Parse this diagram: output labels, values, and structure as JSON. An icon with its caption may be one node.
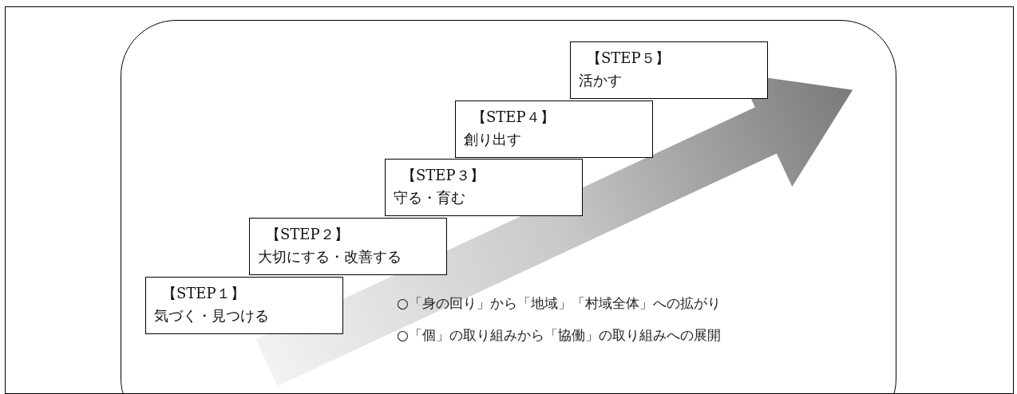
{
  "diagram": {
    "nodes": [
      {
        "text": [],
        "shape": "box"
      },
      {
        "text": [
          "【STEP１】",
          "気づく・見つける"
        ],
        "in": 0
      },
      {
        "text": [
          "【STEP２】",
          "大切にする・改善する"
        ],
        "in": 0
      },
      {
        "text": [
          "【STEP３】",
          "守る・育む"
        ],
        "in": 0
      },
      {
        "text": [
          "【STEP４】",
          "創り出す"
        ],
        "in": 0
      },
      {
        "text": [
          "【STEP５】",
          "活かす"
        ],
        "in": 0
      }
    ],
    "edges": [],
    "labels": [
      "○「身の回り」から「地域」「村域全体」への拡がり",
      "○「個」の取り組みから「協働」の取り組みへの展開"
    ]
  }
}
